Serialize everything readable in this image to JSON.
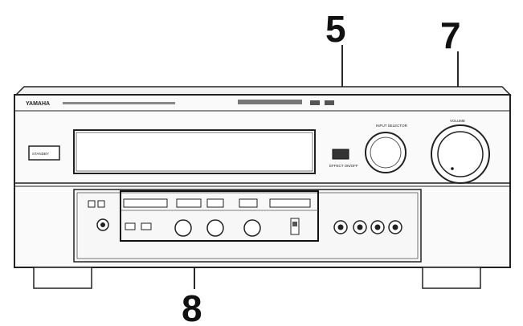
{
  "callouts": {
    "five": "5",
    "seven": "7",
    "eight": "8"
  },
  "brand": "YAMAHA",
  "power_label": "STANDBY",
  "knob_labels": {
    "input": "INPUT SELECTOR",
    "volume": "VOLUME"
  },
  "button_label": "EFFECT ON/OFF"
}
